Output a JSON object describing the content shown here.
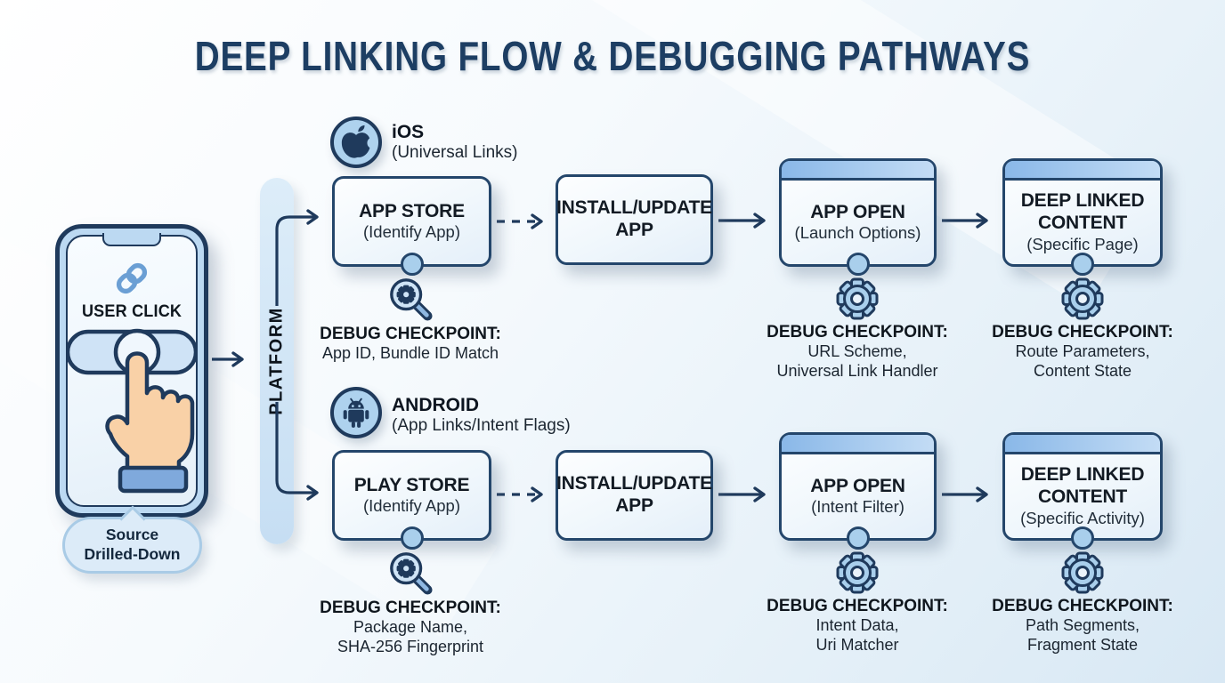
{
  "title": "DEEP LINKING FLOW & DEBUGGING PATHWAYS",
  "phone": {
    "label": "USER CLICK",
    "caption1": "Source",
    "caption2": "Drilled-Down"
  },
  "platform_label": "PLATFORM",
  "ios": {
    "name": "iOS",
    "sub": "(Universal Links)",
    "nodes": {
      "store": {
        "t1": "APP STORE",
        "sub": "(Identify App)"
      },
      "install": {
        "t1": "INSTALL/UPDATE",
        "t2": "APP"
      },
      "open": {
        "t1": "APP OPEN",
        "sub": "(Launch Options)"
      },
      "content": {
        "t1": "DEEP LINKED",
        "t2": "CONTENT",
        "sub": "(Specific Page)"
      }
    },
    "debug": {
      "store": {
        "title": "DEBUG CHECKPOINT:",
        "l1": "App ID, Bundle ID Match"
      },
      "open": {
        "title": "DEBUG CHECKPOINT:",
        "l1": "URL Scheme,",
        "l2": "Universal Link Handler"
      },
      "content": {
        "title": "DEBUG CHECKPOINT:",
        "l1": "Route Parameters,",
        "l2": "Content State"
      }
    }
  },
  "android": {
    "name": "ANDROID",
    "sub": "(App Links/Intent Flags)",
    "nodes": {
      "store": {
        "t1": "PLAY STORE",
        "sub": "(Identify App)"
      },
      "install": {
        "t1": "INSTALL/UPDATE",
        "t2": "APP"
      },
      "open": {
        "t1": "APP OPEN",
        "sub": "(Intent Filter)"
      },
      "content": {
        "t1": "DEEP LINKED",
        "t2": "CONTENT",
        "sub": "(Specific Activity)"
      }
    },
    "debug": {
      "store": {
        "title": "DEBUG CHECKPOINT:",
        "l1": "Package Name,",
        "l2": "SHA-256 Fingerprint"
      },
      "open": {
        "title": "DEBUG CHECKPOINT:",
        "l1": "Intent Data,",
        "l2": "Uri Matcher"
      },
      "content": {
        "title": "DEBUG CHECKPOINT:",
        "l1": "Path Segments,",
        "l2": "Fragment State"
      }
    }
  },
  "icons": {
    "phone_link": "link-icon",
    "tap": "hand-tap-icon",
    "ios_badge": "apple-icon",
    "android_badge": "android-robot-icon",
    "debug_store": "magnifier-gear-icon",
    "debug_other": "gear-icon"
  },
  "colors": {
    "navy": "#1f3a5c",
    "box_border": "#24466b",
    "light_blue": "#aed2ee",
    "header_from": "#8ab8e8",
    "header_to": "#c3dcf5",
    "background_blue": "#d8e8f4",
    "link_blue": "#6b9fd4",
    "hand_skin": "#f9d1a7",
    "cuff_blue": "#7fa9dc",
    "title_navy": "#1d3e63"
  }
}
